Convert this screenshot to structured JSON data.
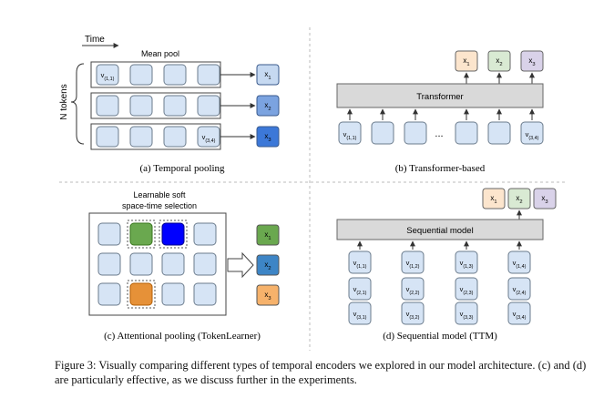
{
  "panel_a": {
    "time_label": "Time",
    "mean_pool_label": "Mean pool",
    "n_tokens_label": "N tokens",
    "token_first_main": "v",
    "token_first_sub": "(1,1)",
    "token_last_main": "v",
    "token_last_sub": "(3,4)",
    "outputs": [
      {
        "main": "x",
        "sub": "1",
        "fill": "#c6d9f1",
        "text": "#222222"
      },
      {
        "main": "x",
        "sub": "2",
        "fill": "#7ba3e0",
        "text": "#111111"
      },
      {
        "main": "x",
        "sub": "3",
        "fill": "#3c78d8",
        "text": "#111111"
      }
    ],
    "caption": "(a) Temporal pooling"
  },
  "panel_b": {
    "transformer_label": "Transformer",
    "ellipsis": "...",
    "token_first_main": "v",
    "token_first_sub": "(1,1)",
    "token_last_main": "v",
    "token_last_sub": "(3,4)",
    "outputs": [
      {
        "main": "x",
        "sub": "1",
        "fill": "#fce5cd"
      },
      {
        "main": "x",
        "sub": "2",
        "fill": "#d9ead3"
      },
      {
        "main": "x",
        "sub": "3",
        "fill": "#d9d2e9"
      }
    ],
    "caption": "(b) Transformer-based"
  },
  "panel_c": {
    "selection_label_line1": "Learnable soft",
    "selection_label_line2": "space-time selection",
    "outputs": [
      {
        "main": "x",
        "sub": "1",
        "fill": "#6aa84f"
      },
      {
        "main": "x",
        "sub": "2",
        "fill": "#3d85c6"
      },
      {
        "main": "x",
        "sub": "3",
        "fill": "#f6b26b"
      }
    ],
    "caption": "(c) Attentional pooling (TokenLearner)"
  },
  "panel_d": {
    "sequential_label": "Sequential model",
    "outputs": [
      {
        "main": "x",
        "sub": "1",
        "fill": "#fce5cd"
      },
      {
        "main": "x",
        "sub": "2",
        "fill": "#d9ead3"
      },
      {
        "main": "x",
        "sub": "3",
        "fill": "#d9d2e9"
      }
    ],
    "tokens": [
      [
        "(1,1)",
        "(1,2)",
        "(1,3)",
        "(1,4)"
      ],
      [
        "(2,1)",
        "(2,2)",
        "(2,3)",
        "(2,4)"
      ],
      [
        "(3,1)",
        "(3,2)",
        "(3,3)",
        "(3,4)"
      ]
    ],
    "token_main": "v",
    "caption": "(d) Sequential model (TTM)"
  },
  "colors": {
    "token_fill": "#d6e4f5",
    "token_stroke": "#6b7b8c",
    "grey_box": "#d9d9d9",
    "green_token": "#6aa84f",
    "blue_token": "#0000ff",
    "orange_token": "#e69138"
  },
  "figure_caption": "Figure 3: Visually comparing different types of temporal encoders we explored in our model architecture. (c) and (d) are particularly effective, as we discuss further in the experiments."
}
